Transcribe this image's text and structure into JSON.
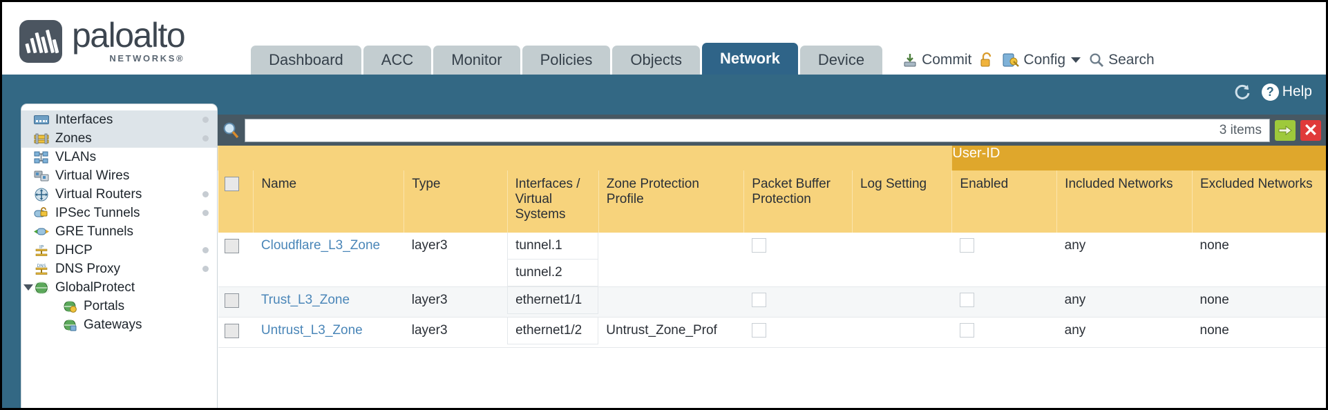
{
  "brand": {
    "name": "paloalto",
    "sub": "NETWORKS®"
  },
  "tabs": [
    {
      "label": "Dashboard",
      "active": false
    },
    {
      "label": "ACC",
      "active": false
    },
    {
      "label": "Monitor",
      "active": false
    },
    {
      "label": "Policies",
      "active": false
    },
    {
      "label": "Objects",
      "active": false
    },
    {
      "label": "Network",
      "active": true
    },
    {
      "label": "Device",
      "active": false
    }
  ],
  "top_actions": {
    "commit": "Commit",
    "lock_icon": "unlocked-padlock-icon",
    "config": "Config",
    "search": "Search"
  },
  "banner": {
    "refresh_icon": "refresh-icon",
    "help": "Help"
  },
  "sidebar": {
    "items": [
      {
        "label": "Interfaces",
        "icon": "interfaces-icon",
        "selected": false,
        "dot": true,
        "indent": false,
        "twisty": false
      },
      {
        "label": "Zones",
        "icon": "zones-icon",
        "selected": true,
        "dot": true,
        "indent": false,
        "twisty": false
      },
      {
        "label": "VLANs",
        "icon": "vlans-icon",
        "selected": false,
        "dot": false,
        "indent": false,
        "twisty": false
      },
      {
        "label": "Virtual Wires",
        "icon": "virtual-wires-icon",
        "selected": false,
        "dot": false,
        "indent": false,
        "twisty": false
      },
      {
        "label": "Virtual Routers",
        "icon": "virtual-routers-icon",
        "selected": false,
        "dot": true,
        "indent": false,
        "twisty": false
      },
      {
        "label": "IPSec Tunnels",
        "icon": "ipsec-tunnels-icon",
        "selected": false,
        "dot": true,
        "indent": false,
        "twisty": false
      },
      {
        "label": "GRE Tunnels",
        "icon": "gre-tunnels-icon",
        "selected": false,
        "dot": false,
        "indent": false,
        "twisty": false
      },
      {
        "label": "DHCP",
        "icon": "dhcp-icon",
        "selected": false,
        "dot": true,
        "indent": false,
        "twisty": false
      },
      {
        "label": "DNS Proxy",
        "icon": "dns-proxy-icon",
        "selected": false,
        "dot": true,
        "indent": false,
        "twisty": false
      },
      {
        "label": "GlobalProtect",
        "icon": "globalprotect-icon",
        "selected": false,
        "dot": false,
        "indent": false,
        "twisty": true
      },
      {
        "label": "Portals",
        "icon": "portals-icon",
        "selected": false,
        "dot": false,
        "indent": true,
        "twisty": false
      },
      {
        "label": "Gateways",
        "icon": "gateways-icon",
        "selected": false,
        "dot": false,
        "indent": true,
        "twisty": false
      }
    ]
  },
  "search": {
    "value": "",
    "placeholder": "",
    "items_count": "3 items",
    "go_icon": "arrow-right-icon",
    "clear_icon": "close-icon"
  },
  "table": {
    "group_header": "User-ID",
    "columns": [
      "Name",
      "Type",
      "Interfaces / Virtual Systems",
      "Zone Protection Profile",
      "Packet Buffer Protection",
      "Log Setting",
      "Enabled",
      "Included Networks",
      "Excluded Networks"
    ],
    "rows": [
      {
        "selected": false,
        "name": "Cloudflare_L3_Zone",
        "type": "layer3",
        "interfaces": [
          "tunnel.1",
          "tunnel.2"
        ],
        "zone_protection_profile": "",
        "packet_buffer_protection": false,
        "log_setting": "",
        "userid_enabled": false,
        "included_networks": "any",
        "excluded_networks": "none"
      },
      {
        "selected": false,
        "name": "Trust_L3_Zone",
        "type": "layer3",
        "interfaces": [
          "ethernet1/1"
        ],
        "zone_protection_profile": "",
        "packet_buffer_protection": false,
        "log_setting": "",
        "userid_enabled": false,
        "included_networks": "any",
        "excluded_networks": "none"
      },
      {
        "selected": false,
        "name": "Untrust_L3_Zone",
        "type": "layer3",
        "interfaces": [
          "ethernet1/2"
        ],
        "zone_protection_profile": "Untrust_Zone_Prof",
        "packet_buffer_protection": false,
        "log_setting": "",
        "userid_enabled": false,
        "included_networks": "any",
        "excluded_networks": "none"
      }
    ]
  },
  "colors": {
    "brand_dark": "#4b5560",
    "tab_active": "#2f6488",
    "tab_inactive": "#c3cdd0",
    "banner": "#336884",
    "table_header": "#f7d37c",
    "group_header": "#dfa72c",
    "link": "#4a86b8",
    "go_green": "#9ec93b",
    "clear_red": "#e03a3a"
  }
}
